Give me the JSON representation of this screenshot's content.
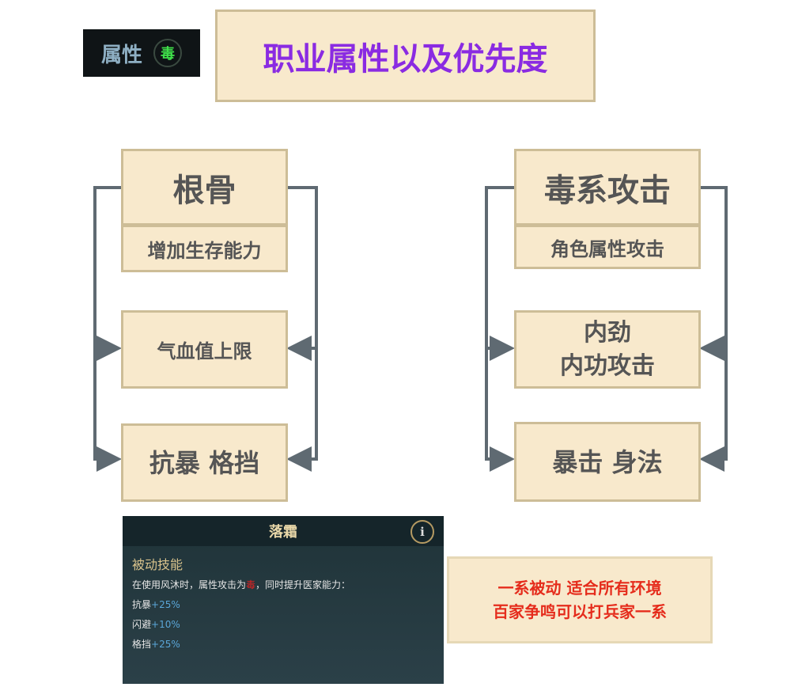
{
  "badge": {
    "label": "属性",
    "element": "毒"
  },
  "title": "职业属性以及优先度",
  "left": {
    "head": "根骨",
    "sub": "增加生存能力",
    "item1": "气血值上限",
    "item2": "抗暴 格挡"
  },
  "right": {
    "head": "毒系攻击",
    "sub": "角色属性攻击",
    "item1_line1": "内劲",
    "item1_line2": "内功攻击",
    "item2": "暴击 身法"
  },
  "panel": {
    "title": "落霜",
    "info_icon": "i",
    "subtitle": "被动技能",
    "desc_before": "在使用风沐时，属性攻击为",
    "desc_red": "毒",
    "desc_after": "，同时提升医家能力：",
    "stats": [
      {
        "name": "抗暴",
        "value": "+25%"
      },
      {
        "name": "闪避",
        "value": "+10%"
      },
      {
        "name": "格挡",
        "value": "+25%"
      }
    ]
  },
  "note": {
    "line1": "一系被动 适合所有环境",
    "line2": "百家争鸣可以打兵家一系"
  }
}
